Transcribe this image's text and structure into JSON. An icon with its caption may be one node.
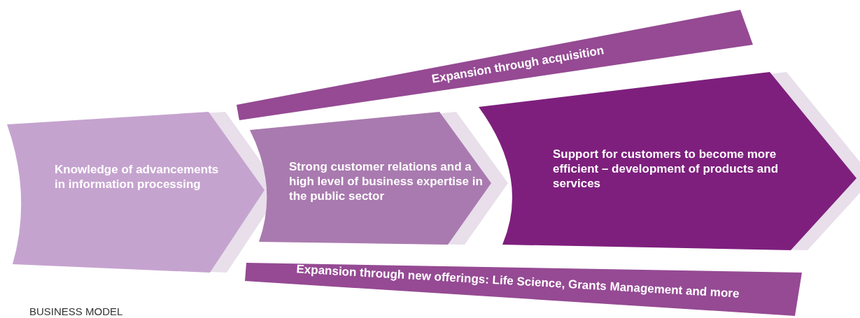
{
  "diagram": {
    "caption": "BUSINESS MODEL",
    "nodes": [
      {
        "text": [
          "Expansion through acquisition"
        ]
      },
      {
        "text": [
          "Knowledge of advancements in information processing"
        ]
      },
      {
        "text": [
          "Strong customer relations and a high level of business expertise in the public sector"
        ]
      },
      {
        "text": [
          "Support for customers to become more efficient – development of products and services"
        ]
      },
      {
        "text": [
          "Expansion through new offerings: Life Science, Grants Management and more"
        ]
      }
    ]
  }
}
